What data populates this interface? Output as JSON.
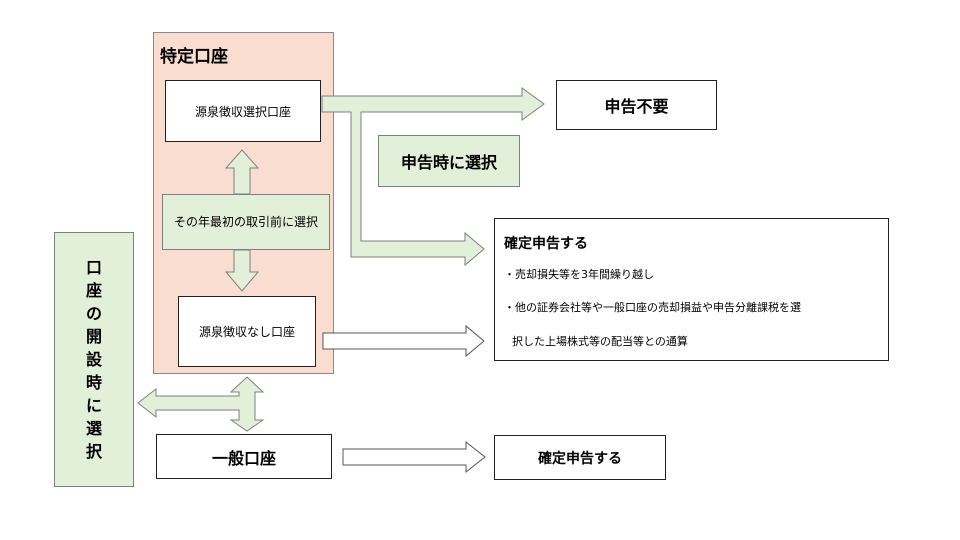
{
  "tokutei": {
    "title": "特定口座"
  },
  "gensen_sentaku": {
    "label": "源泉徴収選択口座"
  },
  "sono_toshi": {
    "label": "その年最初の取引前に選択"
  },
  "gensen_nashi": {
    "label": "源泉徴収なし口座"
  },
  "shinkoku_fuyou": {
    "label": "申告不要"
  },
  "shinkokuji": {
    "label": "申告時に選択"
  },
  "kakutei_detail": {
    "title": "確定申告する",
    "line1": "・売却損失等を3年間繰り越し",
    "line2": "・他の証券会社等や一般口座の売却損益や申告分離課税を選",
    "line3": "択した上場株式等の配当等との通算"
  },
  "kaisetsu": {
    "label": "口座の開設時に選択"
  },
  "ippan": {
    "label": "一般口座"
  },
  "kakutei_simple": {
    "label": "確定申告する"
  },
  "colors": {
    "tokutei_bg": "#f8ddd0",
    "green_fill": "#e2efd9",
    "stroke": "#7f7f7f"
  }
}
